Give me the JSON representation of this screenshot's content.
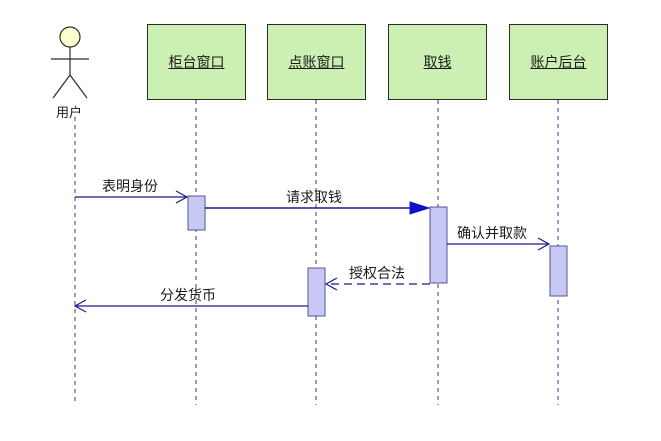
{
  "actor": {
    "label": "用户"
  },
  "objects": [
    {
      "id": "counter",
      "label": "柜台窗口"
    },
    {
      "id": "teller",
      "label": "点账窗口"
    },
    {
      "id": "withdraw",
      "label": "取钱"
    },
    {
      "id": "backend",
      "label": "账户后台"
    }
  ],
  "messages": [
    {
      "id": "m1",
      "label": "表明身份",
      "style": "solid",
      "head": "open"
    },
    {
      "id": "m2",
      "label": "请求取钱",
      "style": "solid",
      "head": "filled"
    },
    {
      "id": "m3",
      "label": "确认并取款",
      "style": "solid",
      "head": "open"
    },
    {
      "id": "m4",
      "label": "授权合法",
      "style": "dashed",
      "head": "open"
    },
    {
      "id": "m5",
      "label": "分发货币",
      "style": "solid",
      "head": "open"
    }
  ],
  "colors": {
    "object_fill": "#ccf0b4",
    "activation_fill": "#c8c8f4",
    "activation_stroke": "#555599",
    "message_line": "#1a1a8c",
    "filled_arrow": "#1010c8",
    "lifeline": "#3a3a8a",
    "actor_head": "#ffffcc"
  }
}
